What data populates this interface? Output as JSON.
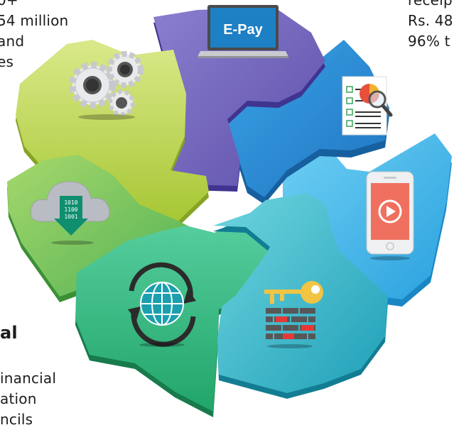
{
  "text_top_left": {
    "lines": [
      "0+",
      "54 million",
      "and",
      "es"
    ]
  },
  "text_top_right": {
    "lines": [
      "receip",
      "Rs. 48",
      "96% t"
    ]
  },
  "text_bottom_left": {
    "heading": "al",
    "lines": [
      "inancial",
      "ation",
      "ncils"
    ]
  },
  "laptop": {
    "label": "E-Pay"
  },
  "binary": {
    "lines": [
      "1010",
      "1100",
      "1001"
    ]
  },
  "colors": {
    "purple": "#7365bd",
    "blue": "#2f8fd8",
    "light_blue": "#4bb8ea",
    "lime": "#b7d340",
    "green": "#6cc05a",
    "teal_green": "#3fbf8c",
    "cyan": "#36b7cb",
    "screen_blue": "#1d7fc4",
    "phone_screen": "#f0705f",
    "key_gold": "#f2c443"
  },
  "icons": [
    "laptop-icon",
    "report-icon",
    "phone-video-icon",
    "key-firewall-icon",
    "globe-sync-icon",
    "cloud-download-icon",
    "gears-icon"
  ]
}
